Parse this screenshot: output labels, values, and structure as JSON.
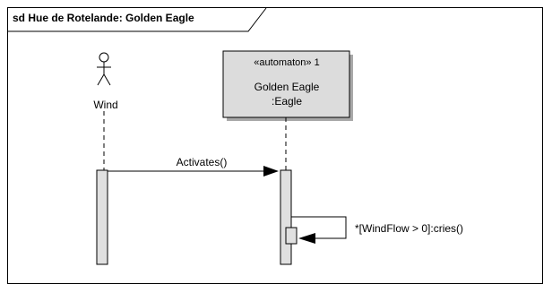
{
  "diagram": {
    "frame_title": "sd Hue de Rotelande: Golden Eagle",
    "actor": {
      "name": "Wind",
      "icon": "stick-figure-actor-icon"
    },
    "object": {
      "stereotype": "«automaton» 1",
      "name": "Golden Eagle",
      "type": ":Eagle"
    },
    "messages": [
      {
        "label": "Activates()",
        "from": "Wind",
        "to": "Golden Eagle"
      },
      {
        "label": "*[WindFlow > 0]:cries()",
        "from": "Golden Eagle",
        "to": "Golden Eagle"
      }
    ],
    "colors": {
      "object_fill": "#dcdcdc",
      "activation_fill": "#e0e0e0",
      "line": "#000000"
    }
  }
}
